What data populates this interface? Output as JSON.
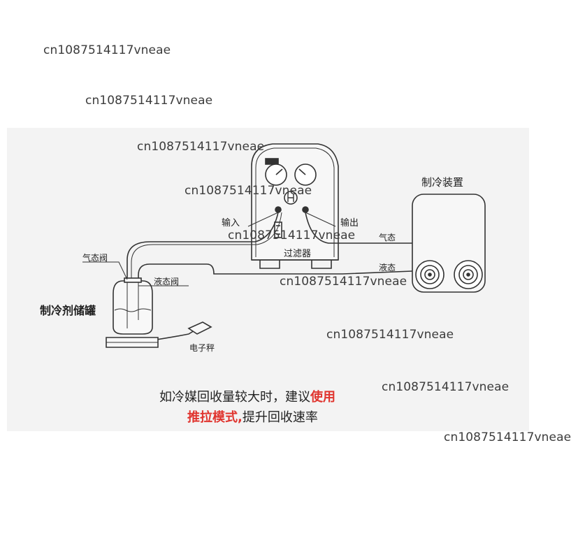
{
  "watermarks": [
    "cn1087514117vneae",
    "cn1087514117vneae",
    "cn1087514117vneae",
    "cn1087514117vneae",
    "cn1087514117vneae",
    "cn1087514117vneae",
    "cn1087514117vneae",
    "cn1087514117vneae",
    "cn1087514117vneae"
  ],
  "labels": {
    "input": "输入",
    "output": "输出",
    "filter": "过滤器",
    "gas_state": "气态",
    "liquid_state": "液态",
    "refrigeration_device": "制冷装置",
    "gas_valve": "气态阀",
    "liquid_valve": "液态阀",
    "tank": "制冷剂储罐",
    "scale": "电子秤"
  },
  "caption": {
    "line1_normal": "如冷媒回收量较大时，建议",
    "line1_red": "使用",
    "line2_red": "推拉模式,",
    "line2_normal": "提升回收速率"
  },
  "colors": {
    "panel_bg": "#f3f3f3",
    "line": "#333333",
    "highlight": "#e0352f"
  }
}
